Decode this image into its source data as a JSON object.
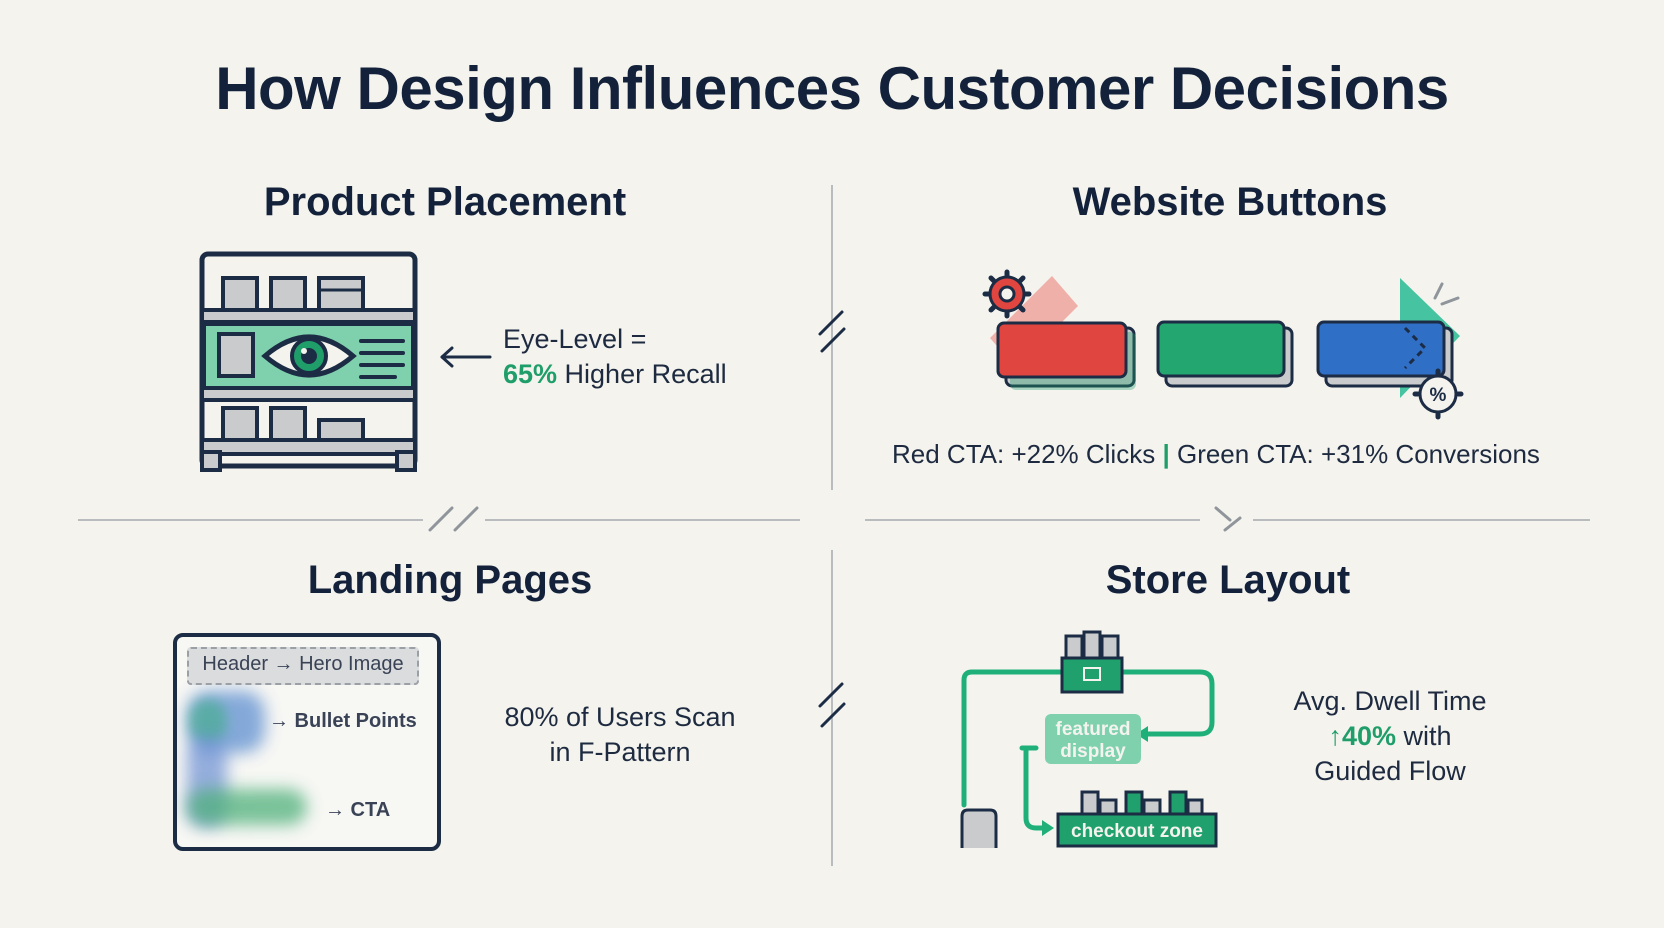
{
  "title": "How Design Influences Customer Decisions",
  "colors": {
    "navy": "#13223a",
    "green": "#1f9e6a",
    "red": "#e0463f",
    "blue": "#2f6fc6",
    "teal": "#46c3a0",
    "background": "#f4f3ee"
  },
  "product_placement": {
    "title": "Product Placement",
    "stat_line1": "Eye-Level =",
    "stat_value": "65%",
    "stat_suffix": " Higher Recall"
  },
  "website_buttons": {
    "title": "Website Buttons",
    "red_stat": "Red CTA: +22% Clicks",
    "separator": "|",
    "green_stat": "Green CTA: +31% Conversions",
    "badge_symbol": "%"
  },
  "landing_pages": {
    "title": "Landing Pages",
    "header_label": "Header → Hero Image",
    "bullet_label": "→ Bullet Points",
    "cta_label": "→ CTA",
    "stat_line1": "80% of Users Scan",
    "stat_line2": "in F-Pattern"
  },
  "store_layout": {
    "title": "Store Layout",
    "featured_line1": "featured",
    "featured_line2": "display",
    "checkout_label": "checkout zone",
    "stat_line1": "Avg. Dwell Time",
    "stat_value": "↑40%",
    "stat_suffix": " with",
    "stat_line3": "Guided Flow"
  }
}
